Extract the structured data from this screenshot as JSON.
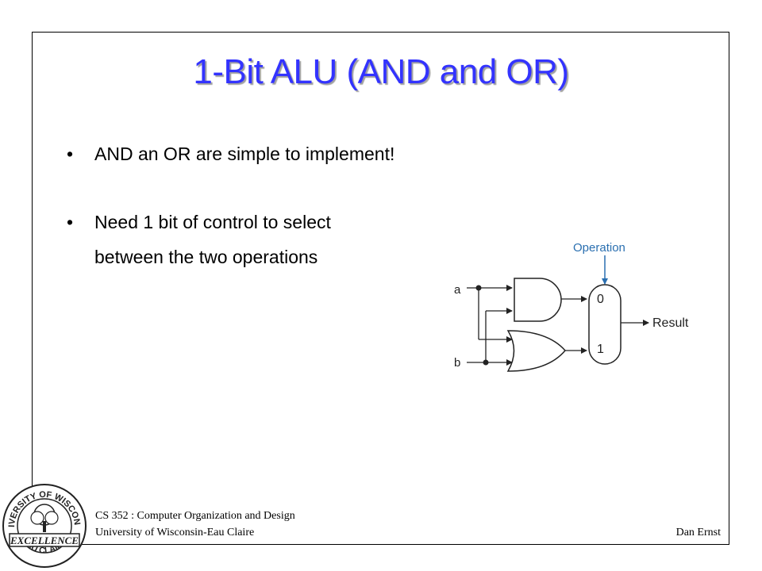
{
  "slide": {
    "title": "1-Bit ALU (AND and OR)",
    "bullets": [
      {
        "text": "AND an OR are simple to implement!"
      },
      {
        "text_line1": "Need 1 bit of control to select",
        "text_line2": "between the two operations"
      }
    ]
  },
  "diagram": {
    "operation_label": "Operation",
    "input_a": "a",
    "input_b": "b",
    "mux_input_0": "0",
    "mux_input_1": "1",
    "output_label": "Result",
    "accent_color": "#2a6fb0"
  },
  "footer": {
    "course": "CS 352 : Computer Organization and Design",
    "university": "University of Wisconsin-Eau Claire",
    "author": "Dan Ernst",
    "logo": {
      "top_text": "UNIVERSITY OF WISCONSIN",
      "center_text": "EXCELLENCE",
      "bottom_text": "EAU CLAIRE"
    }
  }
}
